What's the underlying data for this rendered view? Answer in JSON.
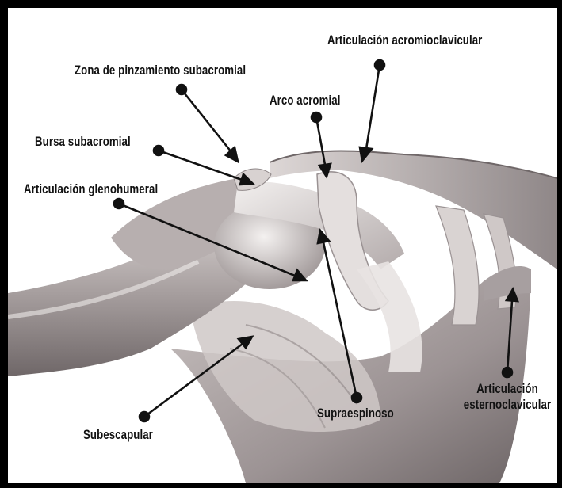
{
  "labels": {
    "articulacion_acromioclavicular": "Articulación acromioclavicular",
    "zona_pinzamiento": "Zona de pinzamiento subacromial",
    "arco_acromial": "Arco acromial",
    "bursa_subacromial": "Bursa subacromial",
    "articulacion_glenohumeral": "Articulación glenohumeral",
    "subescapular": "Subescapular",
    "supraespinoso": "Supraespinoso",
    "articulacion_esternoclavicular_line1": "Articulación",
    "articulacion_esternoclavicular_line2": "esternoclavicular"
  },
  "colors": {
    "frame_border": "#000000",
    "background": "#ffffff",
    "bone_dark": "#8a8283",
    "bone_mid": "#b9b1b1",
    "bone_light": "#e9e4e3",
    "pointer": "#111111"
  }
}
